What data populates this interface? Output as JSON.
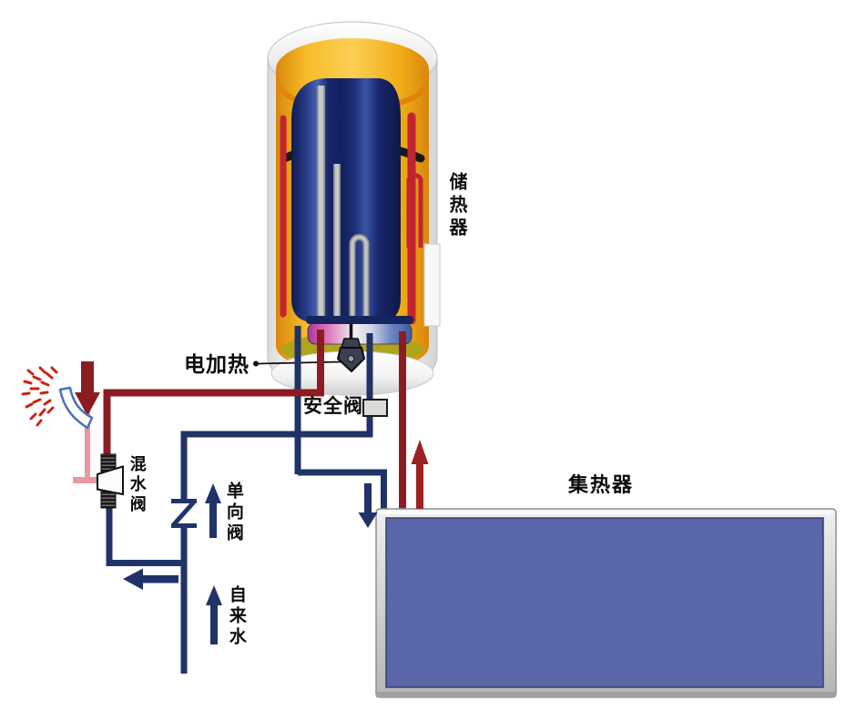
{
  "labels": {
    "storage_tank": "储热器",
    "electric_heating": "电加热",
    "safety_valve": "安全阀",
    "mixing_valve": "混水阀",
    "check_valve": "单向阀",
    "tap_water": "自来水",
    "collector": "集热器"
  },
  "icons": {
    "hot_flow_up_arrow": "↑",
    "cold_flow_down_arrow": "↓",
    "mixed_flow_left_arrow": "←",
    "tap_flow_up_arrow": "↑",
    "check_valve_flow_up_arrow": "↑",
    "shower_outlet_down_arrow": "↓",
    "check_valve_symbol": "Z",
    "shower_spray": "radiating red dashes",
    "shower_head": "curved white spout"
  },
  "colors": {
    "hot_water_pipe": "#8b1d22",
    "cold_water_pipe": "#203367",
    "mixed_water_pipe": "#e8989e",
    "tank_insulation_yellow": "#f5b41e",
    "inner_tank_blue": "#1b2d77",
    "heater_disc_magenta": "#b53898",
    "collector_panel_blue": "#5a66aa",
    "collector_frame_gray": "#c9c9c9",
    "spray_red": "#cd2314",
    "label_text": "#0b0b0b"
  }
}
